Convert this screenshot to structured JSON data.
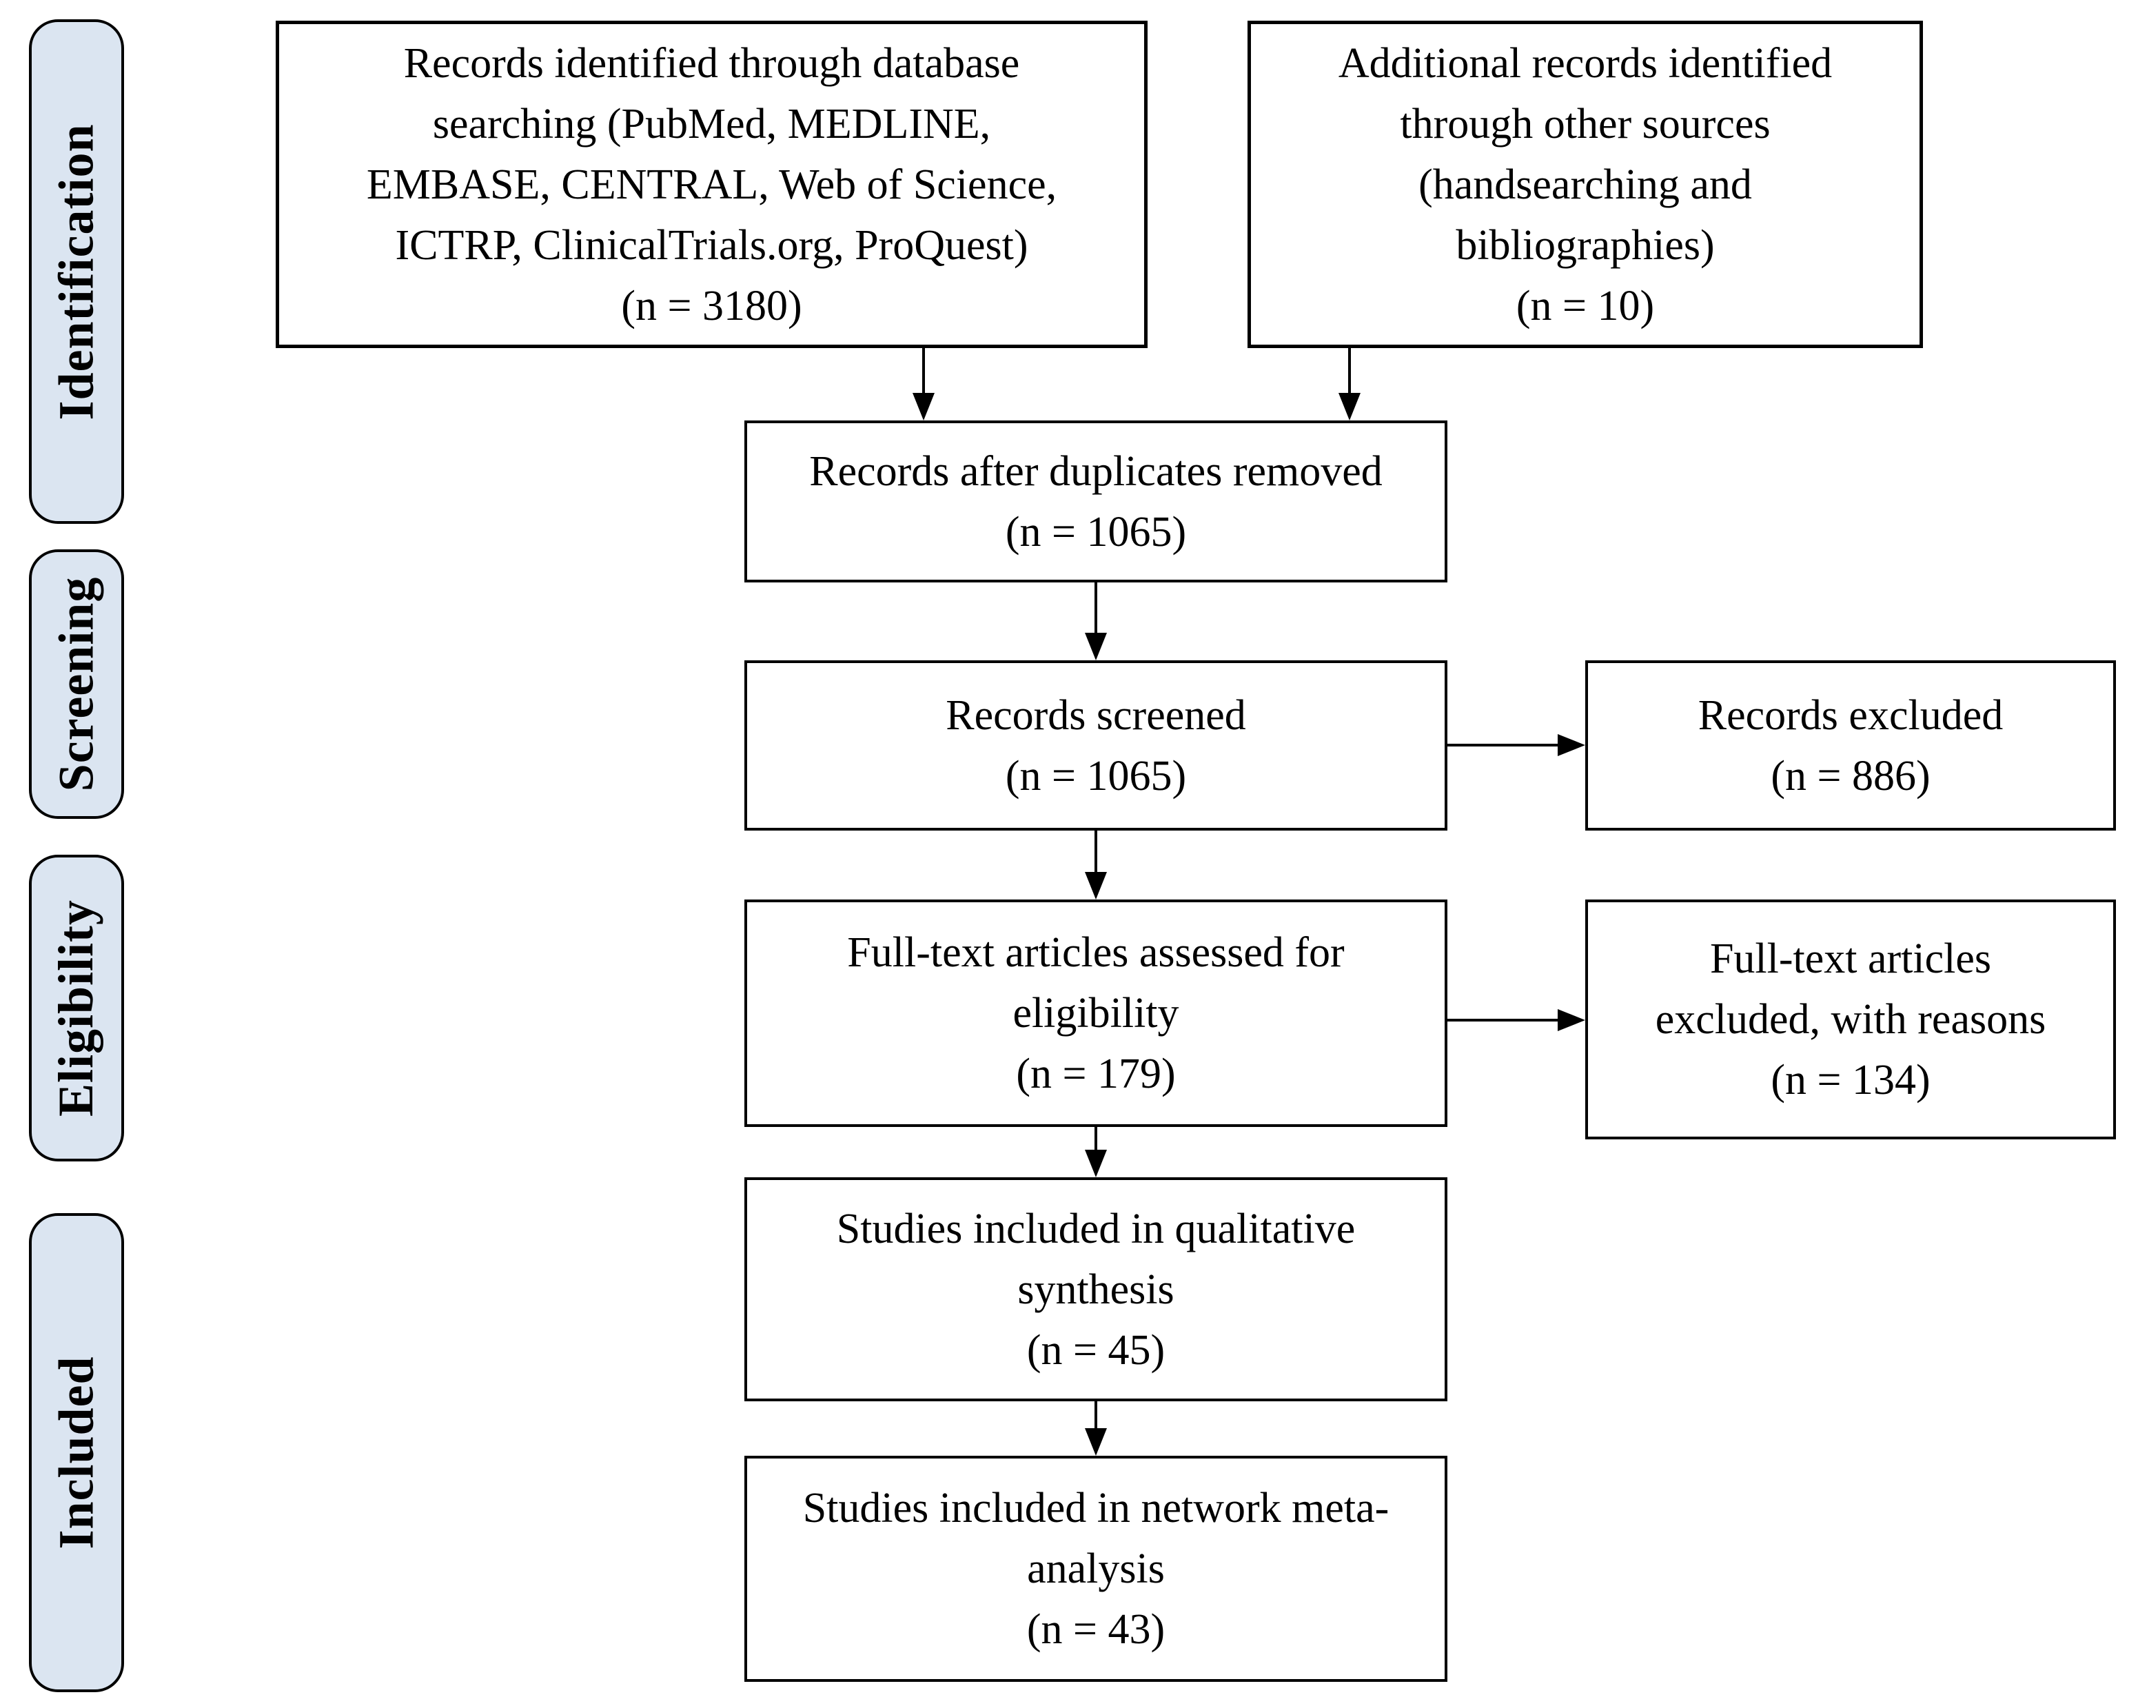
{
  "diagram": {
    "type": "prisma-flow",
    "background_color": "#ffffff",
    "box_border_color": "#000000",
    "stage_fill_color": "#dbe5f1",
    "text_color": "#000000"
  },
  "sidebar": {
    "labels": [
      {
        "id": "identification",
        "text": "Identification"
      },
      {
        "id": "screening",
        "text": "Screening"
      },
      {
        "id": "eligibility",
        "text": "Eligibility"
      },
      {
        "id": "included",
        "text": "Included"
      }
    ]
  },
  "boxes": {
    "records_identified": {
      "lines": [
        "Records identified through database",
        "searching (PubMed, MEDLINE,",
        "EMBASE, CENTRAL, Web of Science,",
        "ICTRP, ClinicalTrials.org, ProQuest)",
        "(n = 3180)"
      ],
      "count": 3180
    },
    "additional_records": {
      "lines": [
        "Additional records identified",
        "through other sources",
        "(handsearching and",
        "bibliographies)",
        "(n = 10)"
      ],
      "count": 10
    },
    "duplicates_removed": {
      "lines": [
        "Records after duplicates removed",
        "(n = 1065)"
      ],
      "count": 1065
    },
    "records_screened": {
      "lines": [
        "Records screened",
        "(n = 1065)"
      ],
      "count": 1065
    },
    "records_excluded": {
      "lines": [
        "Records excluded",
        "(n = 886)"
      ],
      "count": 886
    },
    "fulltext_assessed": {
      "lines": [
        "Full-text articles assessed for",
        "eligibility",
        "(n = 179)"
      ],
      "count": 179
    },
    "fulltext_excluded": {
      "lines": [
        "Full-text articles",
        "excluded, with reasons",
        "(n = 134)"
      ],
      "count": 134
    },
    "qualitative_synthesis": {
      "lines": [
        "Studies included in qualitative",
        "synthesis",
        "(n = 45)"
      ],
      "count": 45
    },
    "network_meta_analysis": {
      "lines": [
        "Studies included in network meta-",
        "analysis",
        "(n = 43)"
      ],
      "count": 43
    }
  }
}
